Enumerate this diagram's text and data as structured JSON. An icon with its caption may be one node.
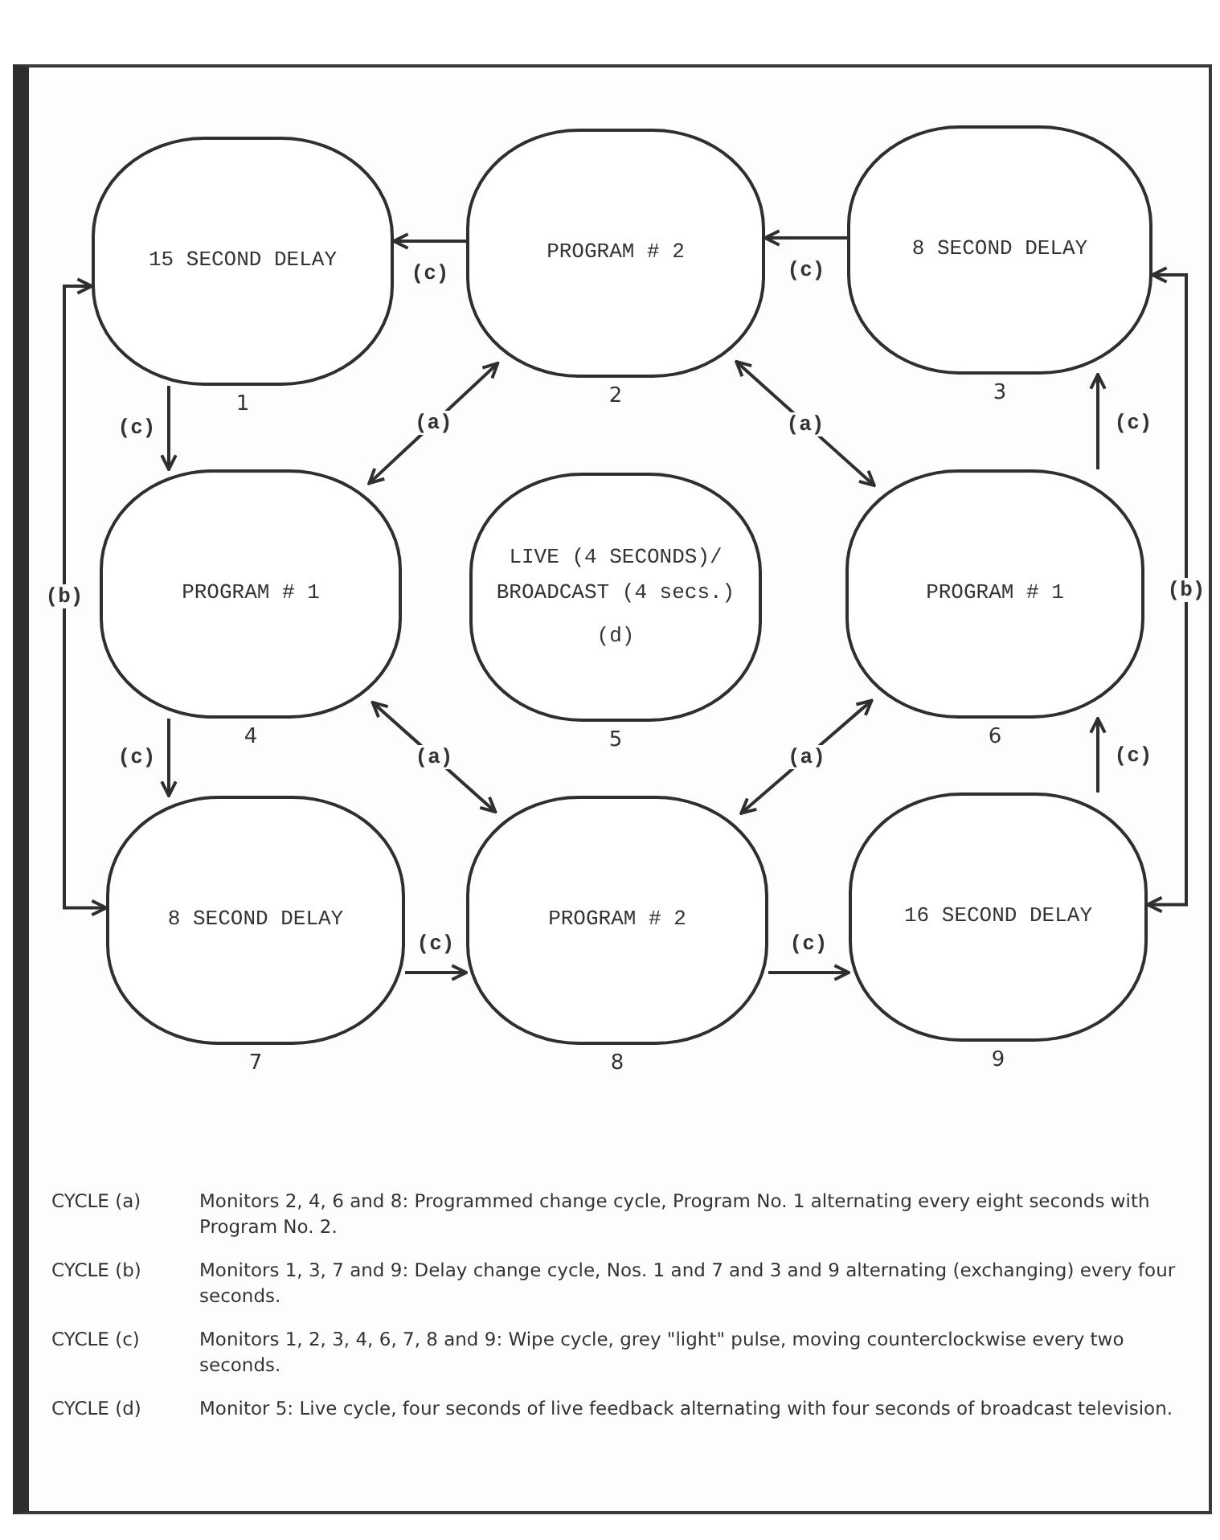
{
  "diagram": {
    "nodes": [
      {
        "text": [
          "15 SECOND DELAY"
        ],
        "beside": [
          "1"
        ]
      },
      {
        "text": [
          "PROGRAM # 2"
        ],
        "beside": [
          "2"
        ]
      },
      {
        "text": [
          "8 SECOND DELAY"
        ],
        "beside": [
          "3"
        ]
      },
      {
        "text": [
          "PROGRAM # 1"
        ],
        "beside": [
          "4"
        ]
      },
      {
        "text": [
          "LIVE (4 SECONDS)/ BROADCAST (4 secs.)",
          "(d)"
        ],
        "beside": [
          "5"
        ]
      },
      {
        "text": [
          "PROGRAM # 1"
        ],
        "beside": [
          "6"
        ]
      },
      {
        "text": [
          "8 SECOND DELAY"
        ],
        "beside": [
          "7"
        ]
      },
      {
        "text": [
          "PROGRAM # 2"
        ],
        "beside": [
          "8"
        ]
      },
      {
        "text": [
          "16 SECOND DELAY"
        ],
        "beside": [
          "9"
        ]
      }
    ],
    "edges": [
      {
        "from": 1,
        "to": 0,
        "arrow": "to",
        "label": "(c)"
      },
      {
        "from": 2,
        "to": 1,
        "arrow": "to",
        "label": "(c)"
      },
      {
        "from": 0,
        "to": 3,
        "arrow": "to",
        "label": "(c)"
      },
      {
        "from": 3,
        "to": 6,
        "arrow": "to",
        "label": "(c)"
      },
      {
        "from": 6,
        "to": 7,
        "arrow": "to",
        "label": "(c)"
      },
      {
        "from": 7,
        "to": 8,
        "arrow": "to",
        "label": "(c)"
      },
      {
        "from": 8,
        "to": 5,
        "arrow": "to",
        "label": "(c)"
      },
      {
        "from": 5,
        "to": 2,
        "arrow": "to",
        "label": "(c)"
      },
      {
        "from": 1,
        "to": 3,
        "arrow": "both",
        "label": "(a)"
      },
      {
        "from": 1,
        "to": 5,
        "arrow": "both",
        "label": "(a)"
      },
      {
        "from": 3,
        "to": 7,
        "arrow": "both",
        "label": "(a)"
      },
      {
        "from": 5,
        "to": 7,
        "arrow": "both",
        "label": "(a)"
      },
      {
        "from": 0,
        "to": 6,
        "arrow": "both",
        "label": "(b)"
      },
      {
        "from": 2,
        "to": 8,
        "arrow": "both",
        "label": "(b)"
      }
    ],
    "labels": [
      "CYCLE (a)",
      "Monitors 2, 4, 6 and 8: Programmed change cycle, Program No. 1 alternating every eight seconds with Program No. 2.",
      "CYCLE (b)",
      "Monitors 1, 3, 7 and 9: Delay change cycle, Nos. 1 and 7 and 3 and 9 alternating (exchanging) every four seconds.",
      "CYCLE (c)",
      "Monitors 1, 2, 3, 4, 6, 7, 8 and 9: Wipe cycle, grey \"light\" pulse, moving counterclockwise every two seconds.",
      "CYCLE (d)",
      "Monitor 5: Live cycle, four seconds of live feedback alternating with four seconds of broadcast television."
    ]
  }
}
